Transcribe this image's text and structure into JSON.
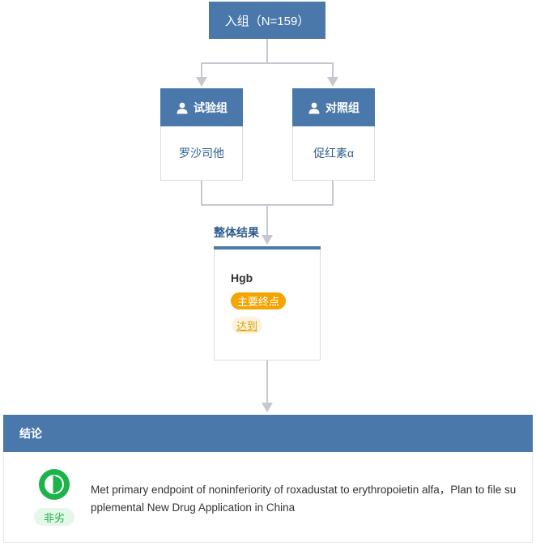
{
  "enrollment": {
    "label": "入组（N=159）"
  },
  "arms": [
    {
      "header": "试验组",
      "drug": "罗沙司他"
    },
    {
      "header": "对照组",
      "drug": "促红素α"
    }
  ],
  "overall": {
    "label": "整体结果",
    "endpoint": "Hgb",
    "endpoint_type": "主要终点",
    "status": "达到"
  },
  "conclusion": {
    "title": "结论",
    "verdict": "非劣",
    "text": "Met primary endpoint of noninferiority of roxadustat to erythropoietin alfa，Plan to file supplemental New Drug Application in China"
  },
  "colors": {
    "header_blue": "#4a78ab",
    "text_blue": "#2f5d8f",
    "connector": "#c5c9cf",
    "badge_orange": "#f5a300",
    "verdict_green": "#1bb34a"
  },
  "icons": {
    "arm_header": "user-icon",
    "verdict": "noninferior-icon"
  }
}
